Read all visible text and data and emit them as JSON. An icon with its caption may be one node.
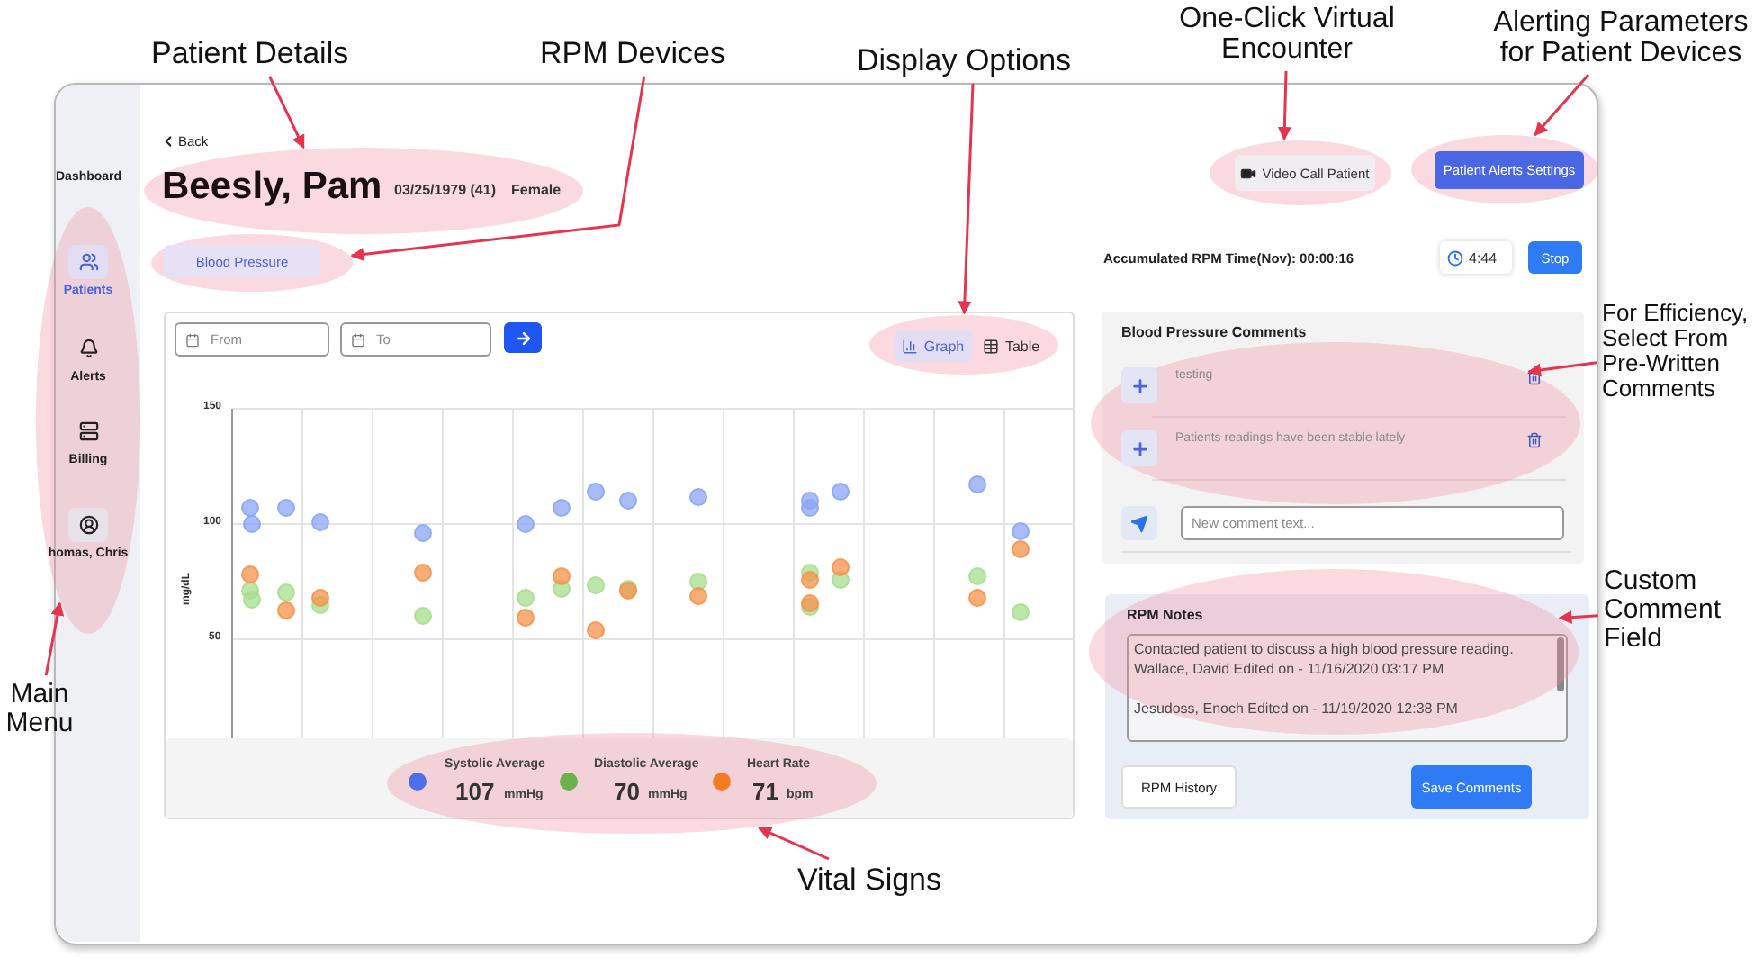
{
  "diagram": {
    "nodes": [
      {
        "text": [
          "Patient Details"
        ]
      },
      {
        "text": [
          "RPM Devices"
        ]
      },
      {
        "text": [
          "Display Options"
        ]
      },
      {
        "text": [
          "One-Click Virtual Encounter"
        ]
      },
      {
        "text": [
          "Alerting Parameters for Patient Devices"
        ]
      },
      {
        "text": [
          "Beesly, Pam",
          "03/25/1979 (41)",
          "Female"
        ]
      },
      {
        "text": [
          "Video Call Patient"
        ]
      },
      {
        "text": [
          "Patient Alerts Settings"
        ]
      },
      {
        "text": [
          "Blood Pressure"
        ]
      },
      {
        "text": [
          "Patients",
          "Alerts",
          "Billing",
          "homas, Chris"
        ]
      },
      {
        "text": [
          "For Efficiency, Select From Pre-Written Comments"
        ]
      },
      {
        "text": [
          "Graph",
          "Table"
        ]
      },
      {
        "text": [
          "testing",
          "Patients readings have been stable lately"
        ]
      },
      {
        "text": [
          "Custom Comment Field"
        ]
      },
      {
        "text": [
          "Contacted patient to discuss a high blood pressure reading.",
          "Wallace, David Edited on - 11/16/2020 03:17 PM",
          "Jesudoss, Enoch Edited on - 11/19/2020 12:38 PM"
        ]
      },
      {
        "text": [
          "Main Menu"
        ]
      },
      {
        "text": [
          "Systolic Average",
          "107",
          "mmHg",
          "Diastolic Average",
          "70",
          "mmHg",
          "Heart Rate",
          "71",
          "bpm"
        ]
      },
      {
        "text": [
          "Vital Signs"
        ]
      }
    ],
    "edges": [
      {
        "from": 0,
        "to": 5,
        "arrow": "to"
      },
      {
        "from": 1,
        "to": 8,
        "arrow": "to"
      },
      {
        "from": 2,
        "to": 11,
        "arrow": "to"
      },
      {
        "from": 3,
        "to": 6,
        "arrow": "to"
      },
      {
        "from": 4,
        "to": 7,
        "arrow": "to"
      },
      {
        "from": 10,
        "to": 12,
        "arrow": "to"
      },
      {
        "from": 13,
        "to": 14,
        "arrow": "to"
      },
      {
        "from": 15,
        "to": 9,
        "arrow": "to"
      },
      {
        "from": 17,
        "to": 16,
        "arrow": "to"
      }
    ],
    "labels": [
      "Back",
      "Dashboard",
      "From",
      "To",
      "Accumulated RPM Time(Nov): 00:00:16",
      "4:44",
      "Stop",
      "Blood Pressure Comments",
      "150",
      "100",
      "mg/dL",
      "50",
      "New comment text...",
      "RPM Notes",
      "RPM History",
      "Save Comments"
    ]
  }
}
